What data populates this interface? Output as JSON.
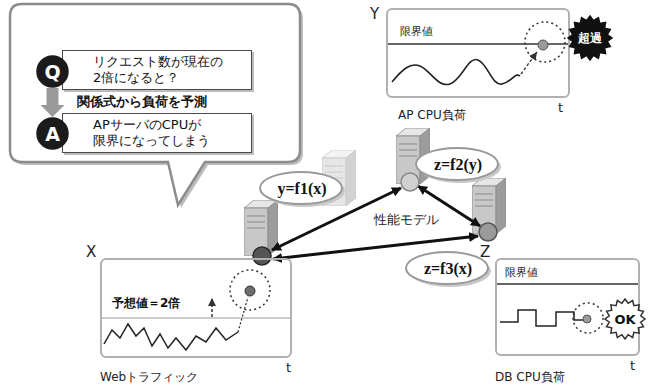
{
  "diagram": {
    "nodes": [
      {
        "text": [
          "Q"
        ]
      },
      {
        "text": [
          "リクエスト数が現在の 2倍になると？"
        ]
      },
      {
        "text": [
          "A"
        ]
      },
      {
        "text": [
          "APサーバのCPUが 限界になってしまう"
        ]
      },
      {
        "text": [
          "Y",
          "限界値",
          "t",
          "AP CPU負荷"
        ]
      },
      {
        "text": [
          "超過"
        ],
        "in": 4
      },
      {
        "text": [
          "y=f1(x)"
        ]
      },
      {
        "text": [
          "z=f2(y)"
        ]
      },
      {
        "text": [
          "z=f3(x)"
        ]
      },
      {
        "text": [
          "X",
          "予想値＝2倍",
          "t",
          "Webトラフィック"
        ]
      },
      {
        "text": [
          "Z",
          "限界値",
          "t",
          "DB CPU負荷"
        ]
      },
      {
        "text": [
          "OK"
        ],
        "in": 10
      }
    ],
    "edges": [
      {
        "from": 0,
        "to": 2,
        "label": "関係式から負荷を予測",
        "arrow": "to"
      }
    ],
    "labels": [
      "性能モデル"
    ]
  }
}
